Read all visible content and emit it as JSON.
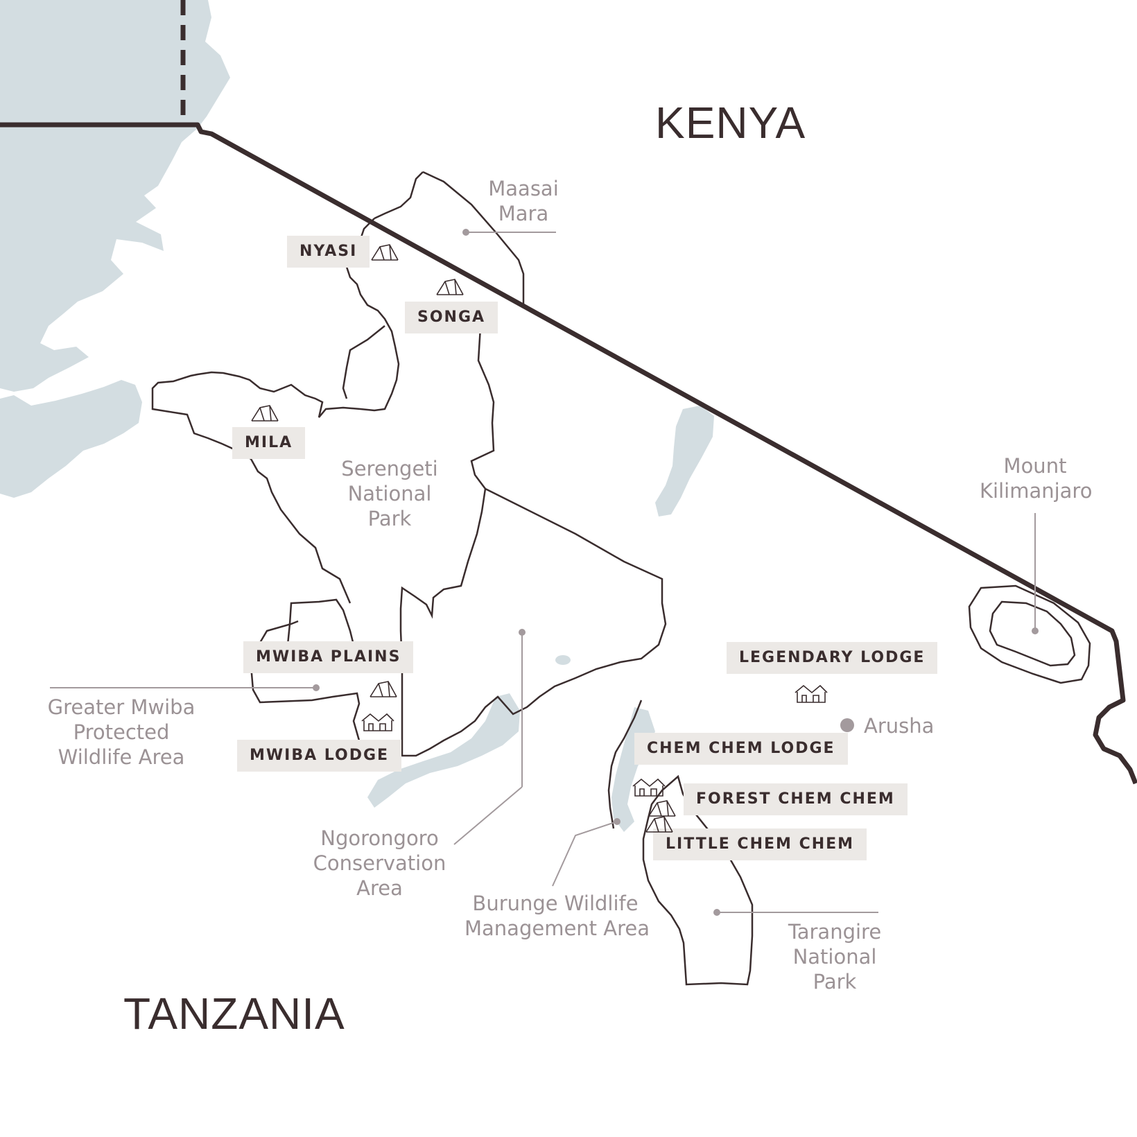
{
  "colors": {
    "water": "#d3dde1",
    "border": "#3a2d2e",
    "outline": "#3a2d2e",
    "label_grey": "#9b9295",
    "tag_bg": "#ece9e6",
    "tag_text": "#3a2d2e"
  },
  "countries": {
    "kenya": "KENYA",
    "tanzania": "TANZANIA"
  },
  "areas": {
    "maasai_mara": [
      "Maasai",
      "Mara"
    ],
    "serengeti": [
      "Serengeti",
      "National",
      "Park"
    ],
    "mount_kilimanjaro": [
      "Mount",
      "Kilimanjaro"
    ],
    "greater_mwiba": [
      "Greater Mwiba",
      "Protected",
      "Wildlife Area"
    ],
    "ngorongoro": [
      "Ngorongoro",
      "Conservation",
      "Area"
    ],
    "burunge": [
      "Burunge Wildlife",
      "Management Area"
    ],
    "tarangire": [
      "Tarangire",
      "National",
      "Park"
    ]
  },
  "cities": {
    "arusha": "Arusha"
  },
  "camps": {
    "nyasi": {
      "label": "NYASI",
      "icon": "tent-icon"
    },
    "songa": {
      "label": "SONGA",
      "icon": "tent-icon"
    },
    "mila": {
      "label": "MILA",
      "icon": "tent-icon"
    },
    "mwiba_plains": {
      "label": "MWIBA PLAINS",
      "icon": "tent-icon"
    },
    "mwiba_lodge": {
      "label": "MWIBA LODGE",
      "icon": "lodge-icon"
    },
    "legendary_lodge": {
      "label": "LEGENDARY LODGE",
      "icon": "lodge-icon"
    },
    "chem_chem_lodge": {
      "label": "CHEM CHEM LODGE",
      "icon": "lodge-icon"
    },
    "forest_chem_chem": {
      "label": "FOREST CHEM CHEM",
      "icon": "tent-icon"
    },
    "little_chem_chem": {
      "label": "LITTLE CHEM CHEM",
      "icon": "tent-icon"
    }
  }
}
